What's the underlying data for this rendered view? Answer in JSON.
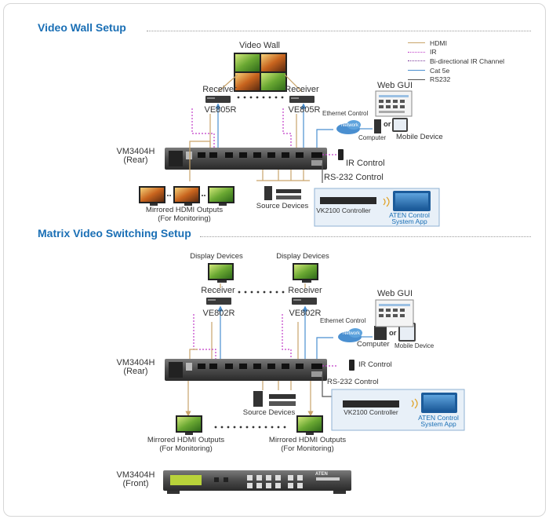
{
  "sections": {
    "video_wall_title": "Video Wall Setup",
    "matrix_title": "Matrix Video Switching Setup"
  },
  "legend": [
    {
      "label": "HDMI",
      "color": "#c9a46a",
      "style": "solid"
    },
    {
      "label": "IR",
      "color": "#c03cc8",
      "style": "dotted"
    },
    {
      "label": "Bi-directional IR Channel",
      "color": "#7a3a9a",
      "style": "dotted"
    },
    {
      "label": "Cat 5e",
      "color": "#4a8fd0",
      "style": "solid"
    },
    {
      "label": "RS232",
      "color": "#555555",
      "style": "solid"
    }
  ],
  "video_wall": {
    "video_wall_label": "Video Wall",
    "receiver_label": "Receiver",
    "receiver_model": "VE805R",
    "web_gui": "Web GUI",
    "ethernet_control": "Ethernet Control",
    "network": "Network",
    "computer": "Computer",
    "or": "or",
    "mobile_device": "Mobile Device",
    "unit_name": "VM3404H",
    "unit_view": "(Rear)",
    "ir_control": "IR Control",
    "rs232_control": "RS-232 Control",
    "mirrored_outputs": "Mirrored HDMI Outputs",
    "for_monitoring": "(For Monitoring)",
    "source_devices": "Source Devices",
    "vk2100": "VK2100 Controller",
    "aten_app_1": "ATEN Control",
    "aten_app_2": "System App"
  },
  "matrix": {
    "display_devices": "Display Devices",
    "receiver_label": "Receiver",
    "receiver_model": "VE802R",
    "web_gui": "Web GUI",
    "ethernet_control": "Ethernet Control",
    "network": "Network",
    "computer": "Computer",
    "or": "or",
    "mobile_device": "Mobile Device",
    "unit_name": "VM3404H",
    "unit_view": "(Rear)",
    "ir_control": "IR Control",
    "rs232_control": "RS-232 Control",
    "source_devices": "Source Devices",
    "vk2100": "VK2100 Controller",
    "aten_app_1": "ATEN Control",
    "aten_app_2": "System App",
    "mirrored_outputs": "Mirrored HDMI Outputs",
    "for_monitoring": "(For Monitoring)"
  },
  "front": {
    "unit_name": "VM3404H",
    "unit_view": "(Front)",
    "brand": "ATEN"
  }
}
